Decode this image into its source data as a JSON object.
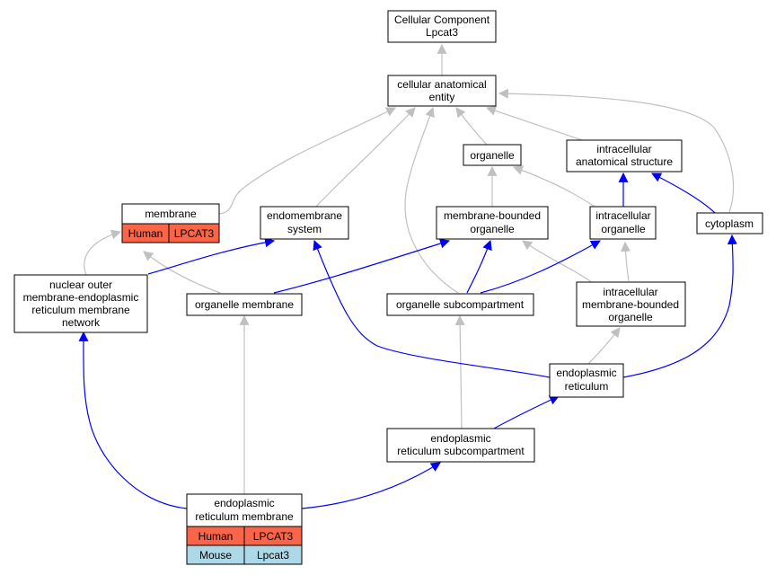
{
  "colors": {
    "is_a_edge": "#c0c0c0",
    "part_of_edge": "#0000ff",
    "human_cell": "#fa6449",
    "mouse_cell": "#add8e6"
  },
  "nodes": {
    "root": [
      "Cellular Component",
      "Lpcat3"
    ],
    "cae": [
      "cellular anatomical",
      "entity"
    ],
    "organelle": [
      "organelle"
    ],
    "ias": [
      "intracellular",
      "anatomical structure"
    ],
    "membrane": [
      "membrane"
    ],
    "endomembrane": [
      "endomembrane",
      "system"
    ],
    "mbo": [
      "membrane-bounded",
      "organelle"
    ],
    "io": [
      "intracellular",
      "organelle"
    ],
    "cytoplasm": [
      "cytoplasm"
    ],
    "nuclear": [
      "nuclear outer",
      "membrane-endoplasmic",
      "reticulum membrane",
      "network"
    ],
    "orgmem": [
      "organelle membrane"
    ],
    "orgsub": [
      "organelle subcompartment"
    ],
    "imbo": [
      "intracellular",
      "membrane-bounded",
      "organelle"
    ],
    "er": [
      "endoplasmic",
      "reticulum"
    ],
    "ersub": [
      "endoplasmic",
      "reticulum subcompartment"
    ],
    "ermem": [
      "endoplasmic",
      "reticulum membrane"
    ]
  },
  "annotations": {
    "membrane": [
      {
        "species": "Human",
        "gene": "LPCAT3"
      }
    ],
    "ermem": [
      {
        "species": "Human",
        "gene": "LPCAT3"
      },
      {
        "species": "Mouse",
        "gene": "Lpcat3"
      }
    ]
  }
}
